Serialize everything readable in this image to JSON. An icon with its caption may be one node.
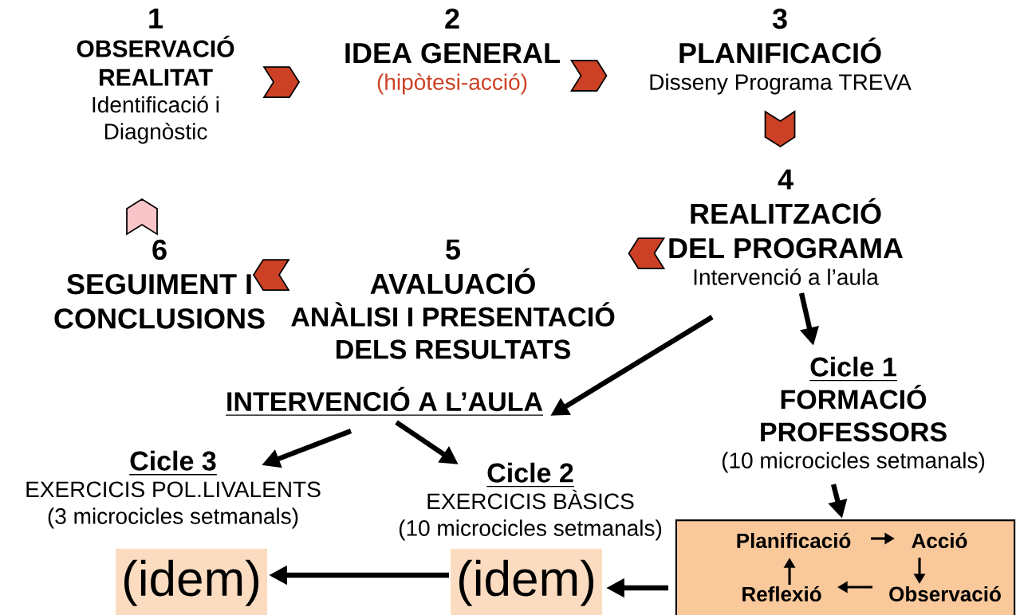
{
  "diagram": {
    "nodes": [
      {
        "text": [
          "1",
          "OBSERVACIÓ REALITAT",
          "Identificació i Diagnòstic"
        ]
      },
      {
        "text": [
          "2",
          "IDEA GENERAL",
          "(hipòtesi-acció)"
        ]
      },
      {
        "text": [
          "3",
          "PLANIFICACIÓ",
          "Disseny Programa TREVA"
        ]
      },
      {
        "text": [
          "4",
          "REALITZACIÓ DEL PROGRAMA",
          "Intervenció a l’aula"
        ]
      },
      {
        "text": [
          "5",
          "AVALUACIÓ",
          "ANÀLISI I PRESENTACIÓ DELS RESULTATS"
        ]
      },
      {
        "text": [
          "6",
          "SEGUIMENT I CONCLUSIONS"
        ]
      },
      {
        "text": [
          "INTERVENCIÓ A L’AULA"
        ]
      },
      {
        "text": [
          "Cicle 1",
          "FORMACIÓ PROFESSORS",
          "(10 microcicles setmanals)"
        ]
      },
      {
        "text": [
          "Cicle 2",
          "EXERCICIS BÀSICS",
          "(10 microcicles setmanals)"
        ]
      },
      {
        "text": [
          "Cicle 3",
          "EXERCICIS POL.LIVALENTS",
          "(3 microcicles setmanals)"
        ]
      },
      {
        "text": [],
        "shape": "box"
      },
      {
        "text": [
          "Planificació"
        ],
        "in": 10
      },
      {
        "text": [
          "Acció"
        ],
        "in": 10
      },
      {
        "text": [
          "Observació"
        ],
        "in": 10
      },
      {
        "text": [
          "Reflexió"
        ],
        "in": 10
      },
      {
        "text": [
          "(idem)"
        ]
      },
      {
        "text": [
          "(idem)"
        ]
      }
    ],
    "edges": [
      {
        "from": 0,
        "to": 1,
        "arrow": "to",
        "color": "#cc4125"
      },
      {
        "from": 1,
        "to": 2,
        "arrow": "to",
        "color": "#cc4125"
      },
      {
        "from": 2,
        "to": 3,
        "arrow": "to",
        "color": "#cc4125"
      },
      {
        "from": 3,
        "to": 4,
        "arrow": "to",
        "color": "#cc4125"
      },
      {
        "from": 4,
        "to": 5,
        "arrow": "to",
        "color": "#cc4125"
      },
      {
        "from": 5,
        "to": null,
        "arrow": "to",
        "color": "#f9c5c8"
      },
      {
        "from": 3,
        "to": 7,
        "arrow": "to"
      },
      {
        "from": 3,
        "to": 6,
        "arrow": "to"
      },
      {
        "from": 6,
        "to": 9,
        "arrow": "to"
      },
      {
        "from": 6,
        "to": 8,
        "arrow": "to"
      },
      {
        "from": 7,
        "to": 10,
        "arrow": "to"
      },
      {
        "from": 10,
        "to": 15,
        "arrow": "to"
      },
      {
        "from": 15,
        "to": 16,
        "arrow": "to"
      },
      {
        "from": 11,
        "to": 12,
        "arrow": "to"
      },
      {
        "from": 12,
        "to": 13,
        "arrow": "to"
      },
      {
        "from": 13,
        "to": 14,
        "arrow": "to"
      },
      {
        "from": 14,
        "to": 11,
        "arrow": "to"
      }
    ]
  }
}
